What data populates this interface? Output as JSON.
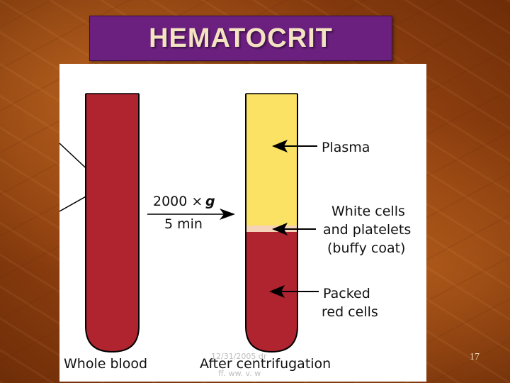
{
  "slide": {
    "title": "HEMATOCRIT",
    "number": "17"
  },
  "diagram": {
    "labels": {
      "plasma": "Plasma",
      "buffy_line1": "White cells",
      "buffy_line2": "and platelets",
      "buffy_line3": "(buffy coat)",
      "packed_line1": "Packed",
      "packed_line2": "red cells",
      "speed_number": "2000 ×",
      "speed_unit": "g",
      "time": "5 min",
      "whole_blood": "Whole blood",
      "after": "After centrifugation",
      "footer_overlay_line1": "12/31/2005 dr",
      "footer_overlay_line2": "ff. ww. v. w"
    },
    "colors": {
      "blood": "#b0242f",
      "plasma": "#fbe264",
      "buffy": "#f4d3b8"
    }
  }
}
